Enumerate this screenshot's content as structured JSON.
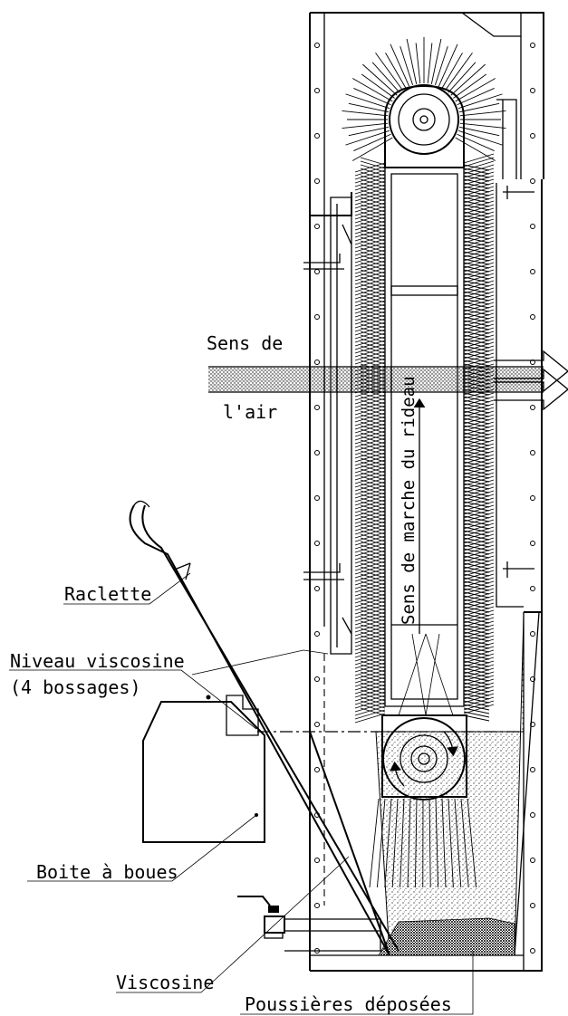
{
  "labels": {
    "air_direction_line1": "Sens de",
    "air_direction_line2": "l'air",
    "curtain_direction": "Sens de marche du rideau",
    "scraper": "Raclette",
    "viscosine_level_line1": "Niveau viscosine",
    "viscosine_level_line2": "(4 bossages)",
    "sludge_box": "Boite à boues",
    "viscosine": "Viscosine",
    "deposited_dust": "Poussières déposées"
  },
  "colors": {
    "line": "#000000",
    "background": "#ffffff"
  }
}
